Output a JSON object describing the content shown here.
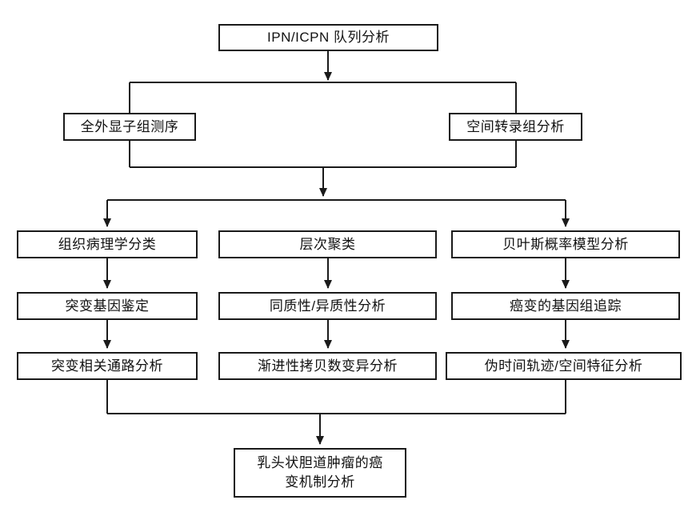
{
  "flowchart": {
    "root": "IPN/ICPN 队列分析",
    "level2": [
      "全外显子组测序",
      "空间转录组分析"
    ],
    "columns": [
      {
        "steps": [
          "组织病理学分类",
          "突变基因鉴定",
          "突变相关通路分析"
        ]
      },
      {
        "steps": [
          "层次聚类",
          "同质性/异质性分析",
          "渐进性拷贝数变异分析"
        ]
      },
      {
        "steps": [
          "贝叶斯概率模型分析",
          "癌变的基因组追踪",
          "伪时间轨迹/空间特征分析"
        ]
      }
    ],
    "final": "乳头状胆道肿瘤的癌\n变机制分析",
    "colors": {
      "stroke": "#1a1a1a",
      "box_fill": "#ffffff",
      "background": "#ffffff",
      "text": "#111111"
    }
  }
}
